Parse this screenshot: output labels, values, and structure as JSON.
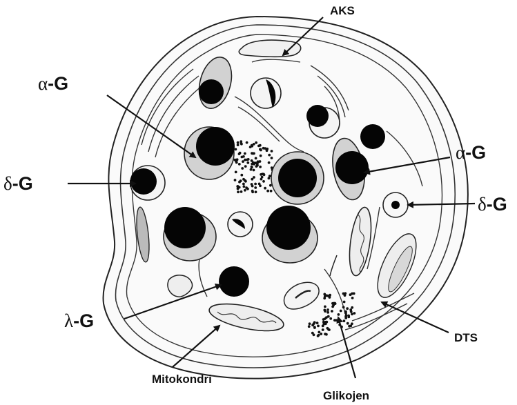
{
  "labels": {
    "aks": "AKS",
    "alpha_left": {
      "greek": "α",
      "text": "-G"
    },
    "delta_left": {
      "greek": "δ",
      "text": "-G"
    },
    "lambda": {
      "greek": "λ",
      "text": "-G"
    },
    "alpha_right": {
      "greek": "α",
      "text": "-G"
    },
    "delta_right": {
      "greek": "δ",
      "text": "-G"
    },
    "dts": "DTS",
    "mitokondri": "Mitokondri",
    "glikojen": "Glikojen"
  },
  "colors": {
    "line": "#222222",
    "granule_core": "#050505",
    "halo": "#d2d2d2",
    "cytoplasm": "#fafafa",
    "background": "#ffffff"
  }
}
